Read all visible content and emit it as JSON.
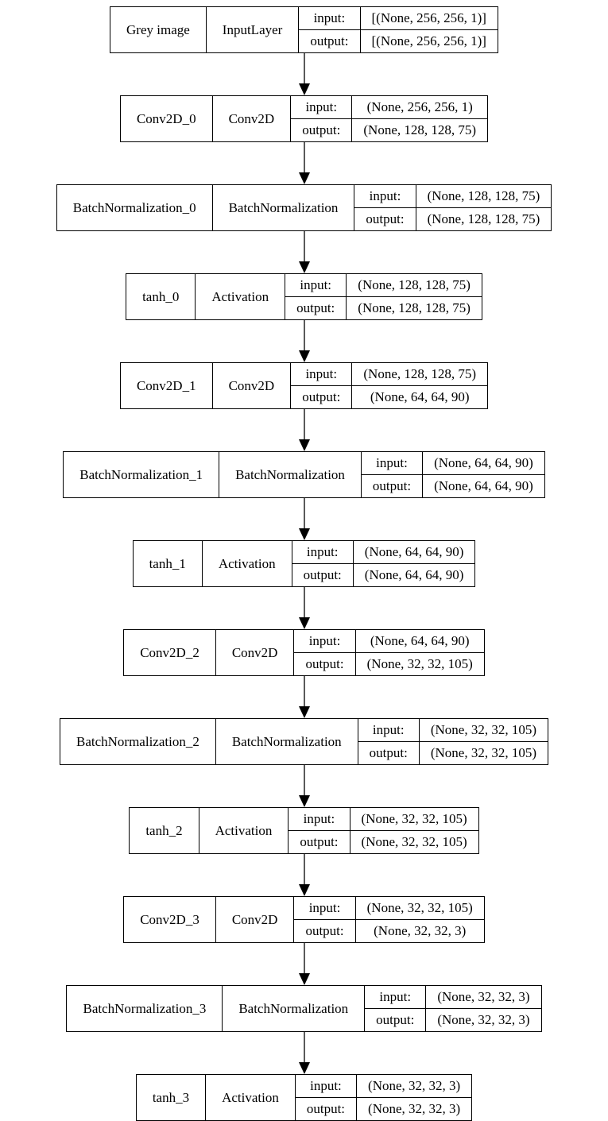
{
  "diagram": {
    "kind": "keras-model-architecture",
    "background_color": "#ffffff",
    "line_color": "#000000",
    "text_color": "#000000",
    "input_label": "input:",
    "output_label": "output:",
    "layers": [
      {
        "name": "Grey image",
        "type": "InputLayer",
        "input": "[(None, 256, 256, 1)]",
        "output": "[(None, 256, 256, 1)]"
      },
      {
        "name": "Conv2D_0",
        "type": "Conv2D",
        "input": "(None, 256, 256, 1)",
        "output": "(None, 128, 128, 75)"
      },
      {
        "name": "BatchNormalization_0",
        "type": "BatchNormalization",
        "input": "(None, 128, 128, 75)",
        "output": "(None, 128, 128, 75)"
      },
      {
        "name": "tanh_0",
        "type": "Activation",
        "input": "(None, 128, 128, 75)",
        "output": "(None, 128, 128, 75)"
      },
      {
        "name": "Conv2D_1",
        "type": "Conv2D",
        "input": "(None, 128, 128, 75)",
        "output": "(None, 64, 64, 90)"
      },
      {
        "name": "BatchNormalization_1",
        "type": "BatchNormalization",
        "input": "(None, 64, 64, 90)",
        "output": "(None, 64, 64, 90)"
      },
      {
        "name": "tanh_1",
        "type": "Activation",
        "input": "(None, 64, 64, 90)",
        "output": "(None, 64, 64, 90)"
      },
      {
        "name": "Conv2D_2",
        "type": "Conv2D",
        "input": "(None, 64, 64, 90)",
        "output": "(None, 32, 32, 105)"
      },
      {
        "name": "BatchNormalization_2",
        "type": "BatchNormalization",
        "input": "(None, 32, 32, 105)",
        "output": "(None, 32, 32, 105)"
      },
      {
        "name": "tanh_2",
        "type": "Activation",
        "input": "(None, 32, 32, 105)",
        "output": "(None, 32, 32, 105)"
      },
      {
        "name": "Conv2D_3",
        "type": "Conv2D",
        "input": "(None, 32, 32, 105)",
        "output": "(None, 32, 32, 3)"
      },
      {
        "name": "BatchNormalization_3",
        "type": "BatchNormalization",
        "input": "(None, 32, 32, 3)",
        "output": "(None, 32, 32, 3)"
      },
      {
        "name": "tanh_3",
        "type": "Activation",
        "input": "(None, 32, 32, 3)",
        "output": "(None, 32, 32, 3)"
      }
    ]
  }
}
